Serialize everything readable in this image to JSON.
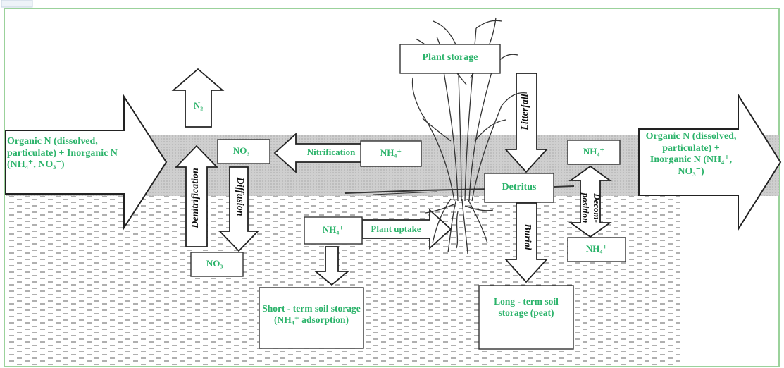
{
  "colors": {
    "label_green": "#2bb36a",
    "frame_green": "#9bd29b",
    "water_band": "#c9c9c9",
    "soil_dash": "#7a7a7a"
  },
  "inflow": {
    "text": "Organic N (dissolved, particulate) + Inorganic N (NH₄⁺, NO₃⁻)"
  },
  "outflow": {
    "text": "Organic N (dissolved, particulate) + Inorganic N (NH₄⁺, NO₃⁻)"
  },
  "n2": "N₂",
  "no3_surface": "NO₃⁻",
  "no3_soil": "NO₃⁻",
  "nh4_surface": "NH₄⁺",
  "nh4_right": "NH₄⁺",
  "nh4_soil_left": "NH₄⁺",
  "nh4_soil_right": "NH₄⁺",
  "nitrification": "Nitrification",
  "denitrification": "Denitrification",
  "diffusion": "Diffusion",
  "plant_uptake": "Plant uptake",
  "plant_storage": "Plant storage",
  "litterfall": "Litterfall",
  "detritus": "Detritus",
  "burial": "Burial",
  "decomposition": "Decom-position",
  "short_term": "Short - term soil storage (NH₄⁺ adsorption)",
  "long_term": "Long - term soil storage (peat)"
}
